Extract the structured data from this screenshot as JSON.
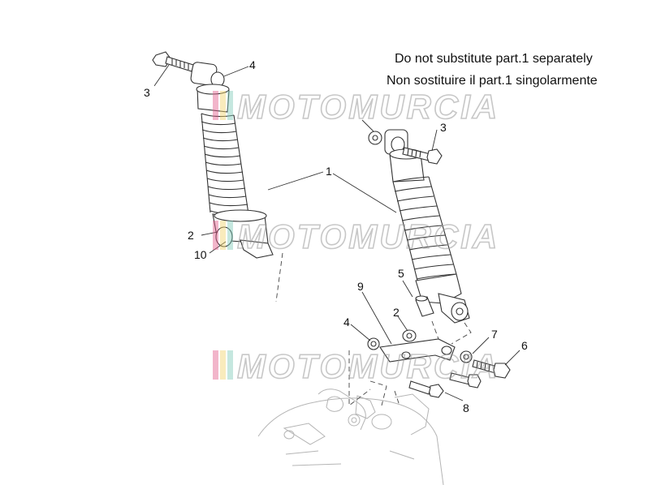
{
  "notes": {
    "line_en": "Do not substitute part.1 separately",
    "line_it": "Non sostituire il part.1 singolarmente"
  },
  "watermark": {
    "text": "MOTOMURCIA",
    "stripe_colors": [
      "#e35a8a",
      "#f2d36b",
      "#7fc9b8"
    ]
  },
  "callouts": [
    "1",
    "2",
    "2",
    "3",
    "3",
    "4",
    "4",
    "5",
    "6",
    "7",
    "8",
    "9",
    "10"
  ],
  "line_color": "#333333"
}
